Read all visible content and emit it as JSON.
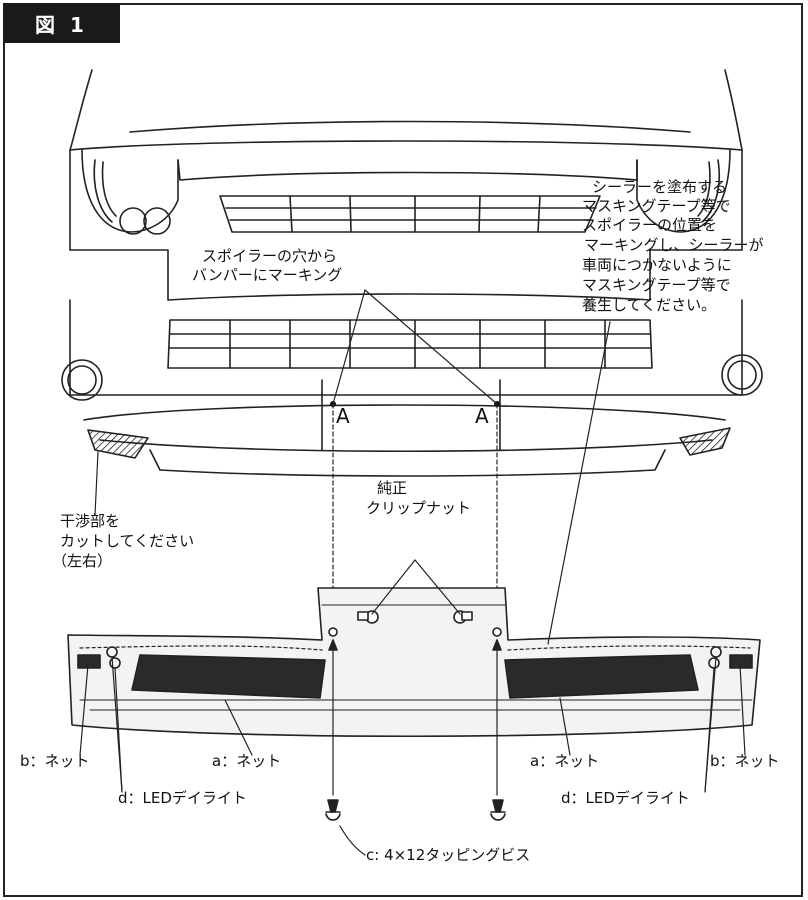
{
  "figure": {
    "tag": "図 1"
  },
  "labels": {
    "marking_1": "スポイラーの穴から",
    "marking_2": "バンパーにマーキング",
    "sealer_1": "シーラーを塗布する",
    "sealer_2": "マスキングテープ等で",
    "sealer_3": "スポイラーの位置を",
    "sealer_4": "マーキングし、シーラーが",
    "sealer_5": "車両につかないように",
    "sealer_6": "マスキングテープ等で",
    "sealer_7": "養生してください。",
    "cut_1": "干渉部を",
    "cut_2": "カットしてください",
    "cut_3": "（左右）",
    "clip_1": "純正",
    "clip_2": "クリップナット",
    "point_a_left": "A",
    "point_a_right": "A",
    "net_a_left": "a：ネット",
    "net_a_right": "a：ネット",
    "net_b_left": "b：ネット",
    "net_b_right": "b：ネット",
    "led_left": "d：LEDデイライト",
    "led_right": "d：LEDデイライト",
    "screw": "c: 4×12タッピングビス"
  }
}
